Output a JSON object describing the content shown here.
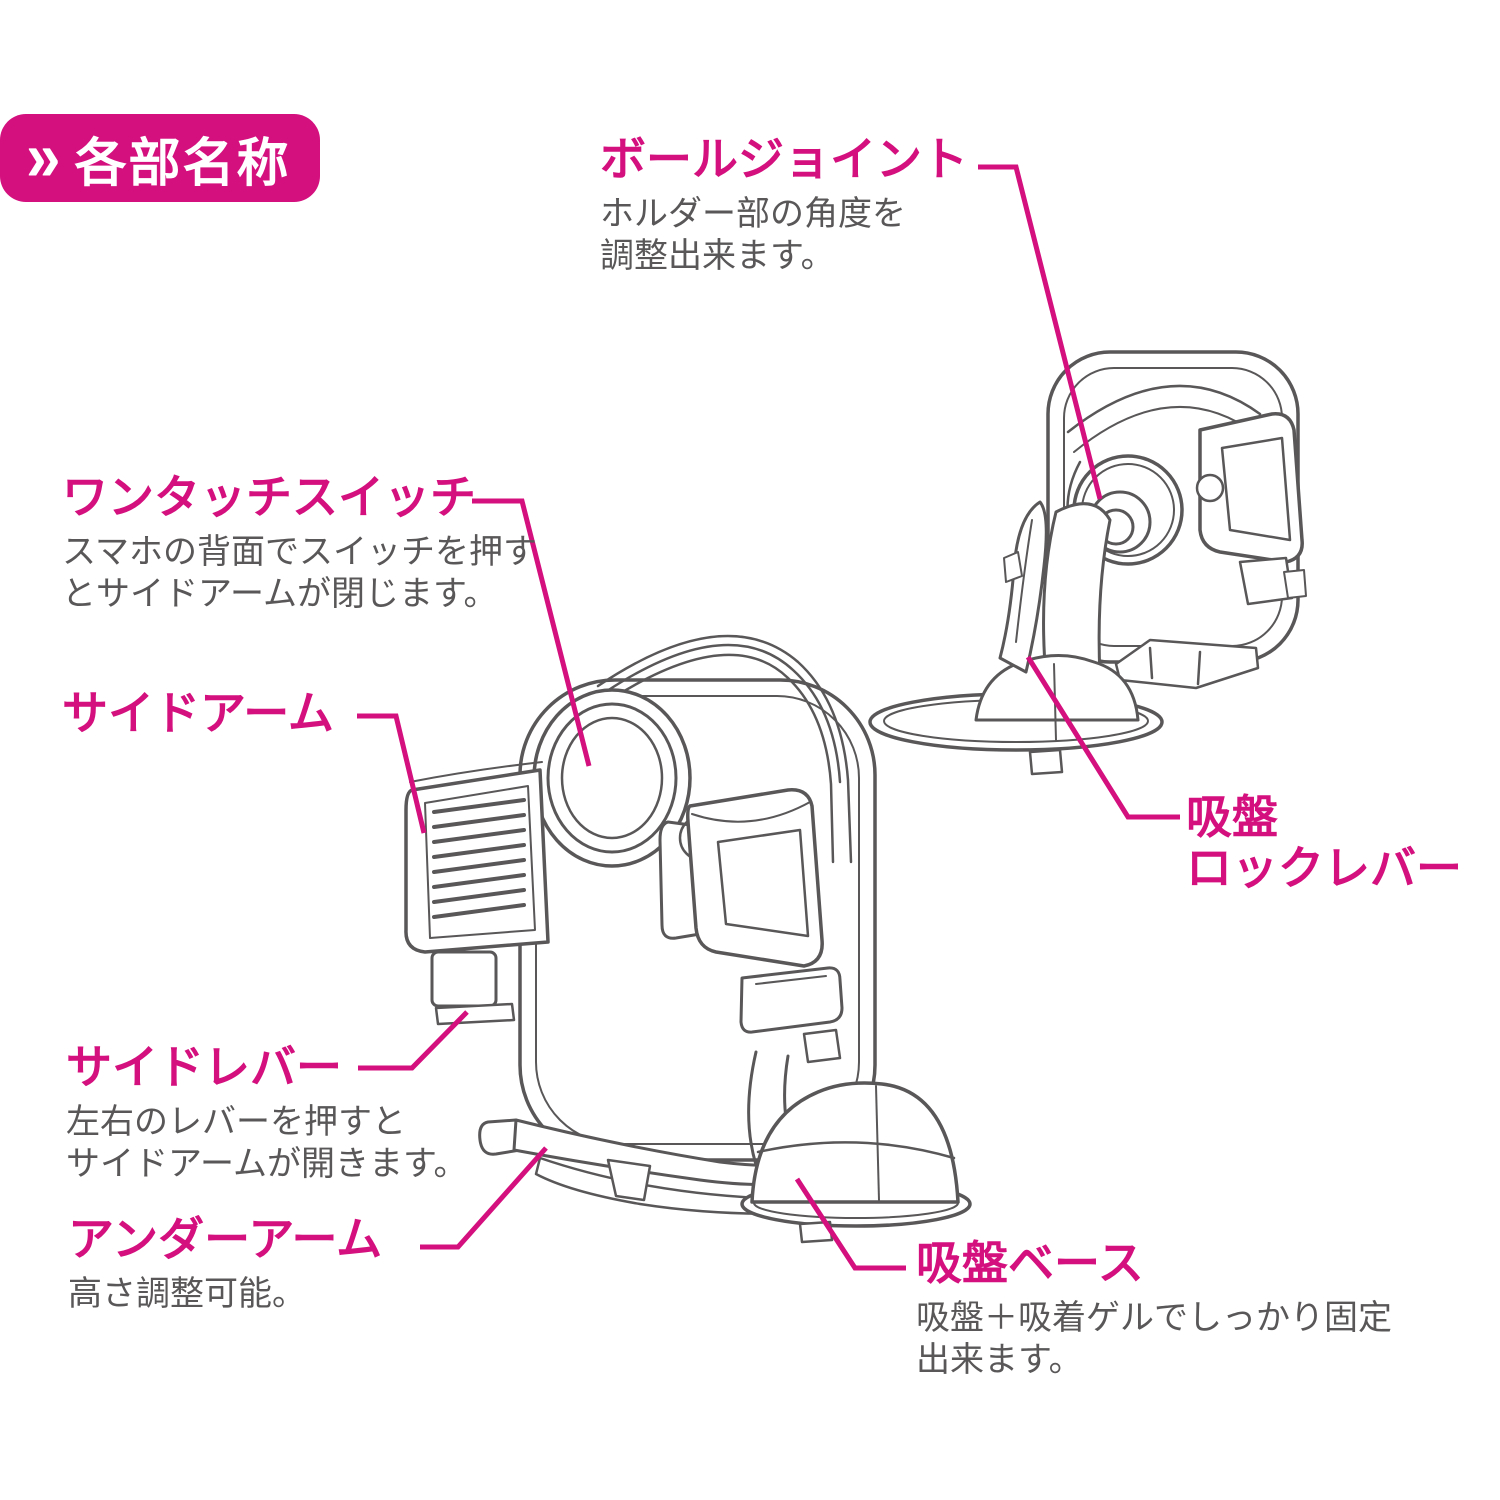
{
  "colors": {
    "accent_magenta": "#d40f7e",
    "description_gray": "#595757",
    "line_art_gray": "#595757",
    "background": "#ffffff"
  },
  "header": {
    "chevron_icon": "»",
    "title": "各部名称"
  },
  "labels": {
    "ball_joint": {
      "title": "ボールジョイント",
      "desc1": "ホルダー部の角度を",
      "desc2": "調整出来ます。"
    },
    "one_touch": {
      "title": "ワンタッチスイッチ",
      "desc1": "スマホの背面でスイッチを押す",
      "desc2": "とサイドアームが閉じます。"
    },
    "side_arm": {
      "title": "サイドアーム"
    },
    "side_lever": {
      "title": "サイドレバー",
      "desc1": "左右のレバーを押すと",
      "desc2": "サイドアームが開きます。"
    },
    "under_arm": {
      "title": "アンダーアーム",
      "desc1": "高さ調整可能。"
    },
    "suction_lock_lever": {
      "title1": "吸盤",
      "title2": "ロックレバー"
    },
    "suction_base": {
      "title": "吸盤ベース",
      "desc1": "吸盤＋吸着ゲルでしっかり固定",
      "desc2": "出来ます。"
    }
  }
}
